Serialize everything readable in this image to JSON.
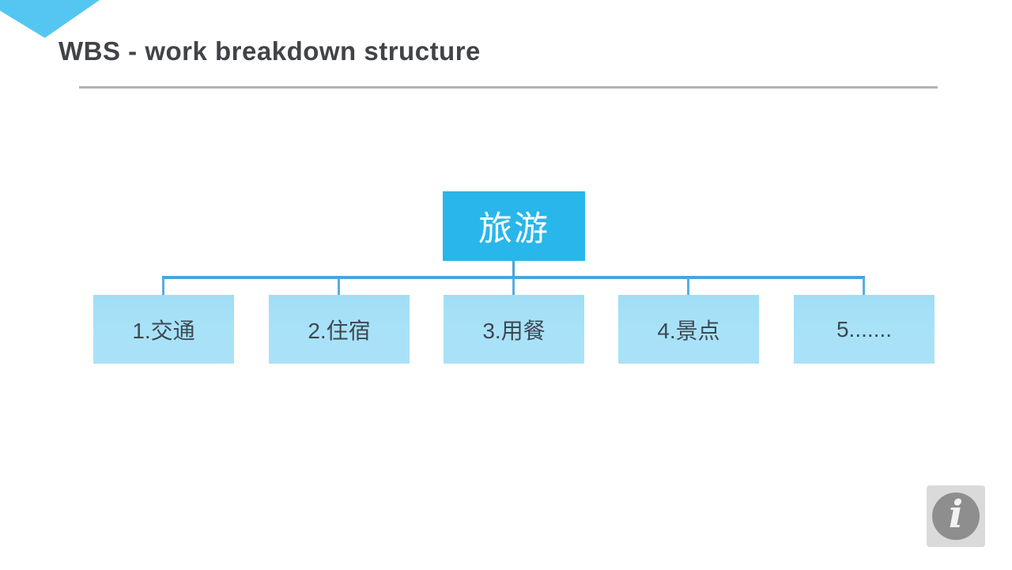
{
  "slide": {
    "title": "WBS - work breakdown structure"
  },
  "diagram": {
    "type": "tree",
    "root": {
      "label": "旅游"
    },
    "children": [
      {
        "label": "1.交通"
      },
      {
        "label": "2.住宿"
      },
      {
        "label": "3.用餐"
      },
      {
        "label": "4.景点"
      },
      {
        "label": "5......."
      }
    ]
  },
  "footer": {
    "info_icon_glyph": "i"
  },
  "colors": {
    "ribbon": "#55C6F2",
    "root_box": "#29B6EA",
    "child_box": "#A9E2F8",
    "child_box_top": "#A0DEF6",
    "connector": "#4AA4DB",
    "title_text": "#404448",
    "divider": "#B3B3B3",
    "child_text": "#3D4852",
    "icon_bg": "#DADADA",
    "icon_circle": "#8E8E8E"
  }
}
